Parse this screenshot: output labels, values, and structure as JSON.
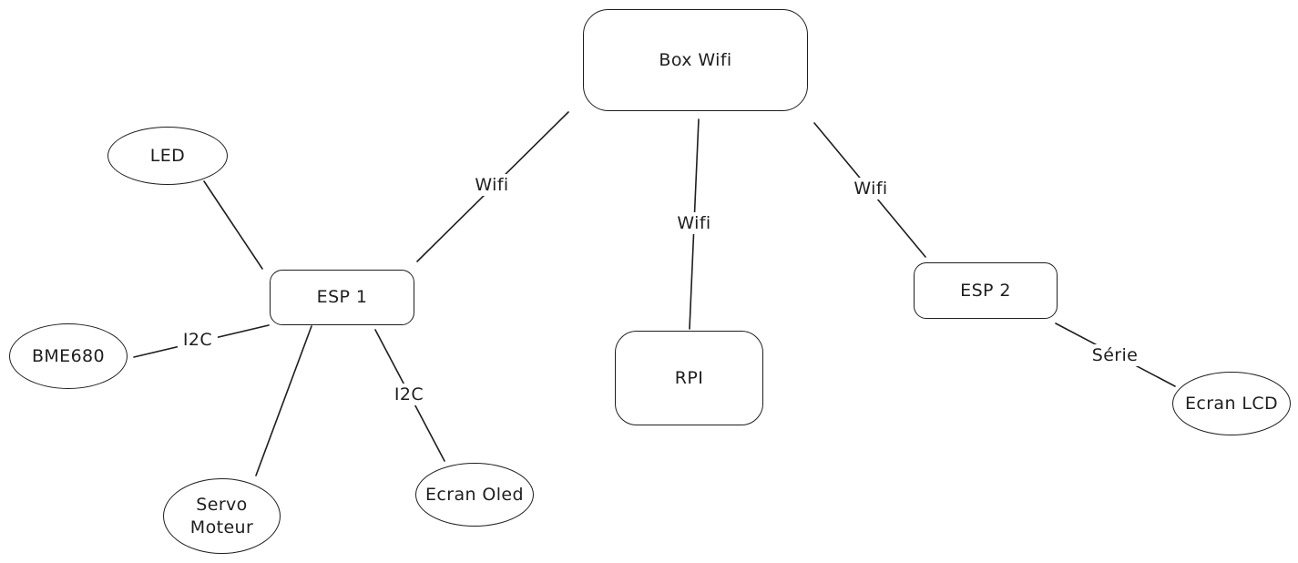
{
  "diagram": {
    "type": "network-topology",
    "style": "hand-drawn",
    "colors": {
      "background": "#ffffff",
      "stroke": "#1e1e1e",
      "text": "#1e1e1e"
    },
    "nodes": [
      {
        "id": "box-wifi",
        "label": "Box Wifi",
        "shape": "rectangle"
      },
      {
        "id": "esp1",
        "label": "ESP 1",
        "shape": "rectangle"
      },
      {
        "id": "rpi",
        "label": "RPI",
        "shape": "rectangle"
      },
      {
        "id": "esp2",
        "label": "ESP 2",
        "shape": "rectangle"
      },
      {
        "id": "led",
        "label": "LED",
        "shape": "ellipse"
      },
      {
        "id": "bme680",
        "label": "BME680",
        "shape": "ellipse"
      },
      {
        "id": "servo-moteur",
        "label": "Servo Moteur",
        "shape": "ellipse"
      },
      {
        "id": "ecran-oled",
        "label": "Ecran Oled",
        "shape": "ellipse"
      },
      {
        "id": "ecran-lcd",
        "label": "Ecran LCD",
        "shape": "ellipse"
      }
    ],
    "edges": [
      {
        "from": "esp1",
        "to": "box-wifi",
        "label": "Wifi"
      },
      {
        "from": "box-wifi",
        "to": "rpi",
        "label": "Wifi"
      },
      {
        "from": "box-wifi",
        "to": "esp2",
        "label": "Wifi"
      },
      {
        "from": "esp2",
        "to": "ecran-lcd",
        "label": "Série"
      },
      {
        "from": "bme680",
        "to": "esp1",
        "label": "I2C"
      },
      {
        "from": "esp1",
        "to": "ecran-oled",
        "label": "I2C"
      },
      {
        "from": "led",
        "to": "esp1",
        "label": ""
      },
      {
        "from": "esp1",
        "to": "servo-moteur",
        "label": ""
      }
    ]
  }
}
